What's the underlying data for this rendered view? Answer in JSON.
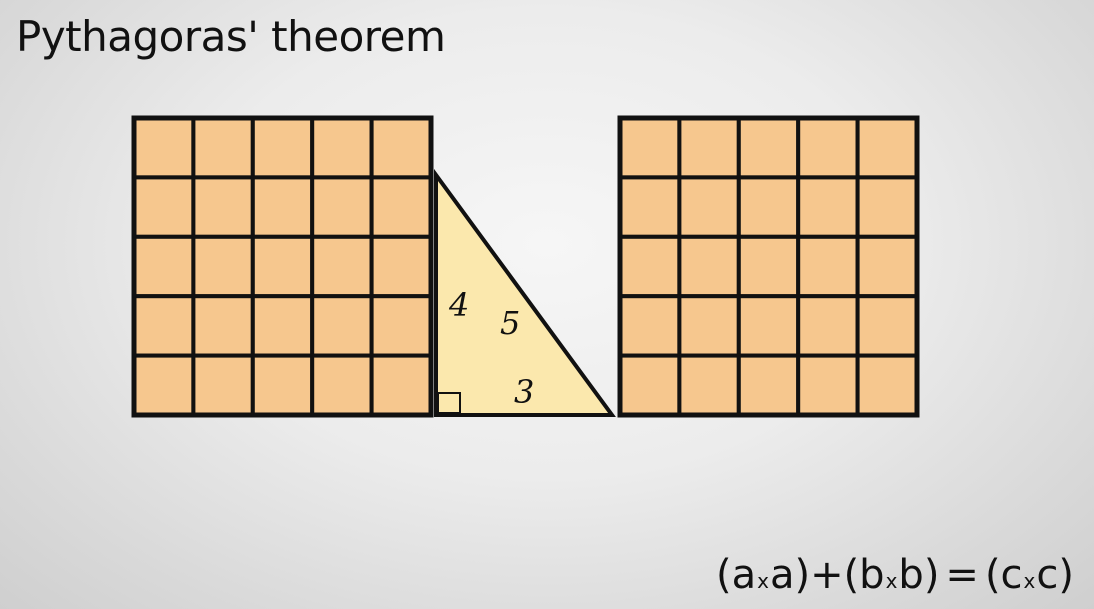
{
  "title": "Pythagoras' theorem",
  "left_square": {
    "rows": 5,
    "cols": 5
  },
  "right_square": {
    "rows": 5,
    "cols": 5
  },
  "triangle": {
    "label_vertical": "4",
    "label_hypotenuse": "5",
    "label_base": "3"
  },
  "formula": {
    "a1": "(a",
    "x1": "x",
    "a2": "a)",
    "plus": "+",
    "b1": "(b",
    "x2": "x",
    "b2": "b)",
    "eq": "=",
    "c1": "(c",
    "x3": "x",
    "c2": "c)"
  },
  "colors": {
    "cell_fill": "#f6c78e",
    "grid_line": "#111111",
    "triangle_fill": "#fbe8ad",
    "background": "#e8e8e8"
  }
}
